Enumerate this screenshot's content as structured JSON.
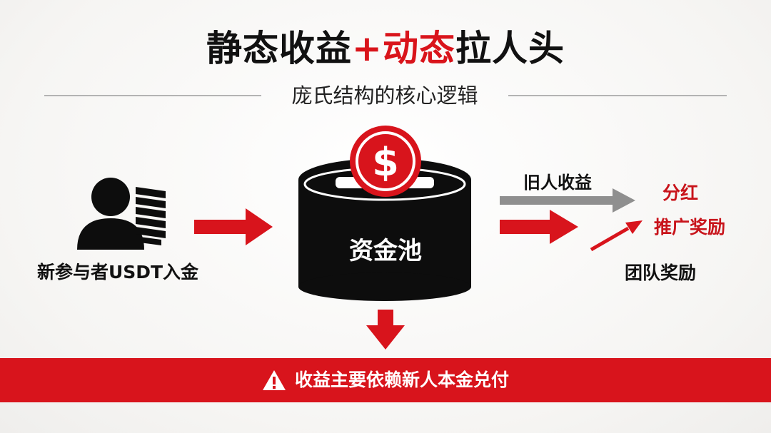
{
  "title": {
    "part1": "静态收益",
    "part2": "+动态",
    "part3": "拉人头"
  },
  "subtitle": "庞氏结构的核心逻辑",
  "nodes": {
    "participant_label": "新参与者USDT入金",
    "pool_label": "资金池",
    "coin_symbol": "$",
    "old_income_label": "旧人收益",
    "dividend_label": "分红",
    "promotion_label": "推广奖励",
    "team_label": "团队奖励"
  },
  "banner": {
    "text": "收益主要依赖新人本金兑付",
    "icon": "warning-icon"
  },
  "colors": {
    "accent_red": "#d8141c",
    "gray_arrow": "#8f8f8f",
    "black": "#0d0d0d"
  }
}
